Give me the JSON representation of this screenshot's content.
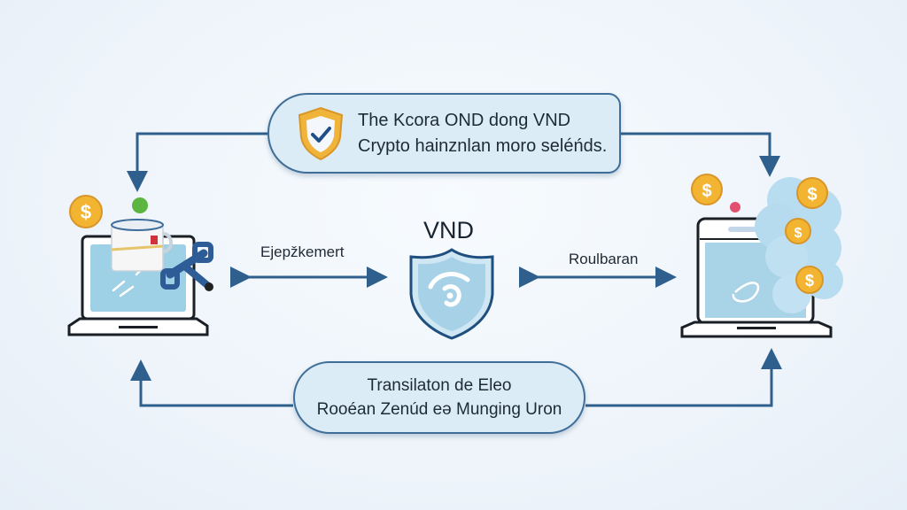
{
  "diagram": {
    "top_box": {
      "icon": "shield-check-icon",
      "line1": "The Kcora OND dong VND",
      "line2": "Crypto hainznlan moro seléńds."
    },
    "bottom_box": {
      "line1": "Transilaton de Eleo",
      "line2": "Rooéan Zenúd eə Munging Uron"
    },
    "center": {
      "title": "VND",
      "icon": "shield-signal-icon"
    },
    "left_arrow_label": "Ejepžkemert",
    "right_arrow_label": "Roulbaran",
    "left_node": {
      "icon": "laptop-icon",
      "decorations": [
        "dollar-coin-icon",
        "mug-icon",
        "wrench-icon"
      ]
    },
    "right_node": {
      "icon": "laptop-icon",
      "decorations": [
        "dollar-coin-icon",
        "dollar-coin-icon",
        "dollar-coin-icon",
        "dollar-coin-icon",
        "cloud-cluster-icon"
      ]
    },
    "colors": {
      "line": "#2f5f8c",
      "box_fill": "#dcecf7",
      "shield_fill": "#a9d3e8",
      "coin": "#f2b431"
    }
  }
}
